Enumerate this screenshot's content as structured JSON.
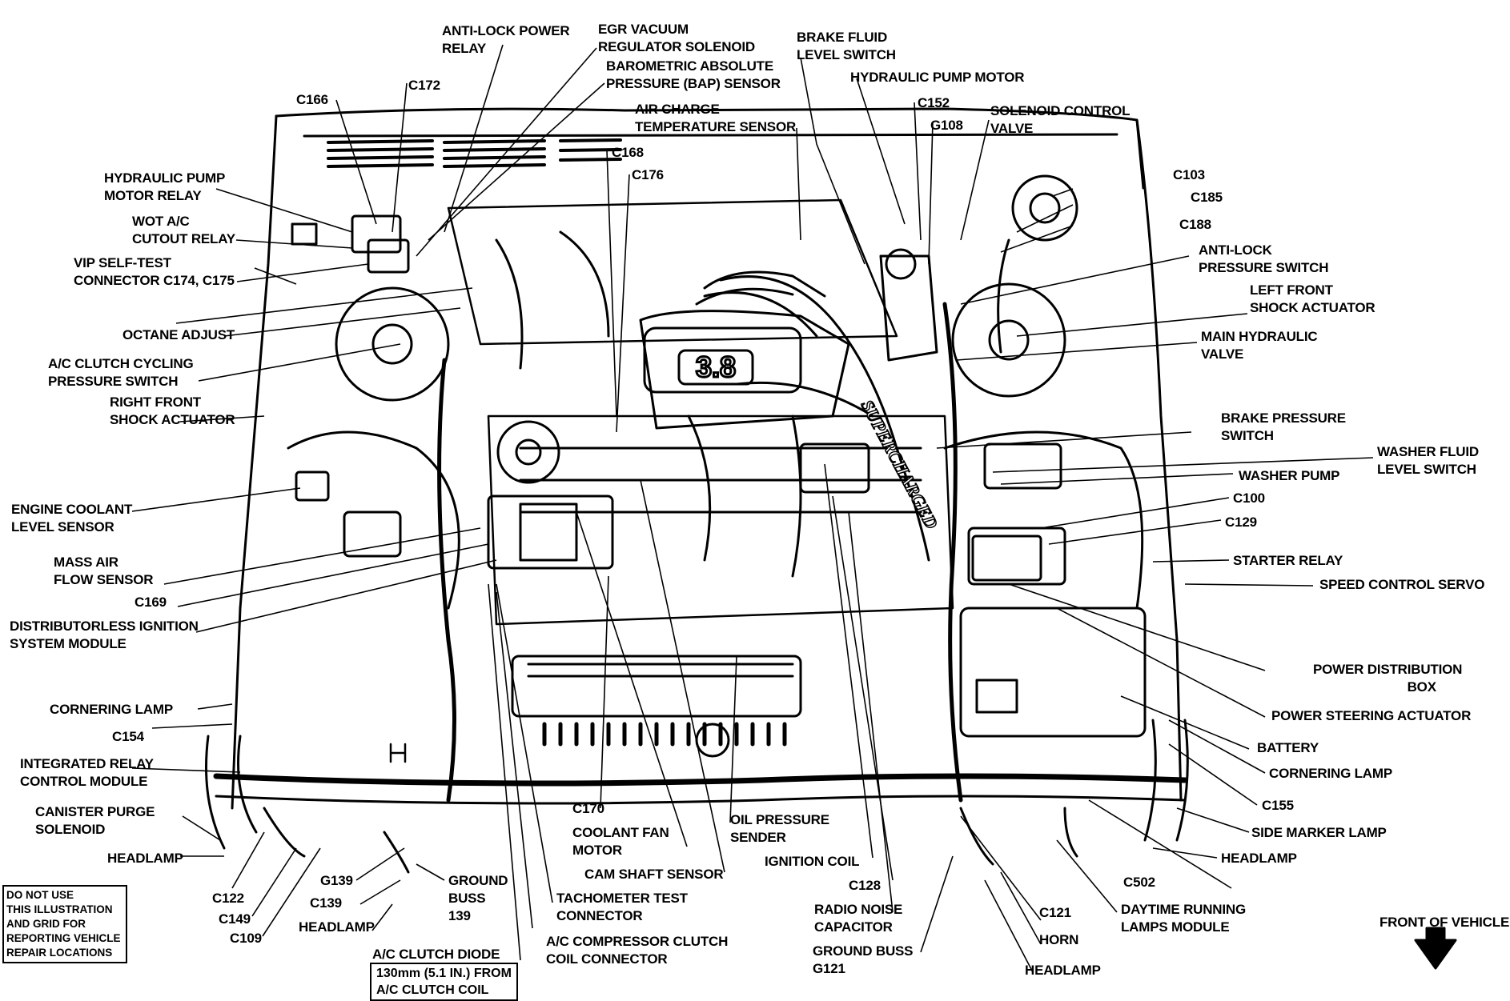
{
  "labels": [
    {
      "id": "anti-lock-power-relay",
      "text": "ANTI-LOCK POWER\nRELAY"
    },
    {
      "id": "egr-vacuum-regulator-solenoid",
      "text": "EGR VACUUM\nREGULATOR SOLENOID"
    },
    {
      "id": "bap-sensor",
      "text": "BAROMETRIC ABSOLUTE\nPRESSURE (BAP) SENSOR"
    },
    {
      "id": "brake-fluid-level-switch",
      "text": "BRAKE FLUID\nLEVEL SWITCH"
    },
    {
      "id": "hydraulic-pump-motor",
      "text": "HYDRAULIC PUMP MOTOR"
    },
    {
      "id": "c166",
      "text": "C166"
    },
    {
      "id": "c172",
      "text": "C172"
    },
    {
      "id": "air-charge-temperature-sensor",
      "text": "AIR CHARGE\nTEMPERATURE SENSOR"
    },
    {
      "id": "c152",
      "text": "C152"
    },
    {
      "id": "g108",
      "text": "G108"
    },
    {
      "id": "solenoid-control-valve",
      "text": "SOLENOID CONTROL\nVALVE"
    },
    {
      "id": "c168",
      "text": "C168"
    },
    {
      "id": "c176",
      "text": "C176"
    },
    {
      "id": "hydraulic-pump-motor-relay",
      "text": "HYDRAULIC PUMP\nMOTOR RELAY"
    },
    {
      "id": "c103",
      "text": "C103"
    },
    {
      "id": "c185",
      "text": "C185"
    },
    {
      "id": "wot-ac-cutout-relay",
      "text": "WOT A/C\nCUTOUT RELAY"
    },
    {
      "id": "c188",
      "text": "C188"
    },
    {
      "id": "anti-lock-pressure-switch",
      "text": "ANTI-LOCK\nPRESSURE SWITCH"
    },
    {
      "id": "vip-self-test-connector",
      "text": "VIP SELF-TEST\nCONNECTOR C174, C175"
    },
    {
      "id": "left-front-shock-actuator",
      "text": "LEFT FRONT\nSHOCK ACTUATOR"
    },
    {
      "id": "octane-adjust",
      "text": "OCTANE ADJUST"
    },
    {
      "id": "main-hydraulic-valve",
      "text": "MAIN HYDRAULIC\nVALVE"
    },
    {
      "id": "ac-clutch-cycling-pressure-switch",
      "text": "A/C CLUTCH CYCLING\nPRESSURE SWITCH"
    },
    {
      "id": "right-front-shock-actuator",
      "text": "RIGHT FRONT\nSHOCK ACTUATOR"
    },
    {
      "id": "brake-pressure-switch",
      "text": "BRAKE PRESSURE\nSWITCH"
    },
    {
      "id": "washer-fluid-level-switch",
      "text": "WASHER FLUID\nLEVEL SWITCH"
    },
    {
      "id": "washer-pump",
      "text": "WASHER PUMP"
    },
    {
      "id": "engine-coolant-level-sensor",
      "text": "ENGINE COOLANT\nLEVEL SENSOR"
    },
    {
      "id": "c100",
      "text": "C100"
    },
    {
      "id": "c129",
      "text": "C129"
    },
    {
      "id": "mass-air-flow-sensor",
      "text": "MASS AIR\nFLOW SENSOR"
    },
    {
      "id": "starter-relay",
      "text": "STARTER RELAY"
    },
    {
      "id": "speed-control-servo",
      "text": "SPEED CONTROL SERVO"
    },
    {
      "id": "c169",
      "text": "C169"
    },
    {
      "id": "distributorless-ignition-system-module",
      "text": "DISTRIBUTORLESS IGNITION\nSYSTEM MODULE"
    },
    {
      "id": "power-distribution-box",
      "text": "POWER DISTRIBUTION\n                          BOX"
    },
    {
      "id": "cornering-lamp-left",
      "text": "CORNERING LAMP"
    },
    {
      "id": "power-steering-actuator",
      "text": "POWER STEERING ACTUATOR"
    },
    {
      "id": "c154",
      "text": "C154"
    },
    {
      "id": "battery",
      "text": "BATTERY"
    },
    {
      "id": "integrated-relay-control-module",
      "text": "INTEGRATED RELAY\nCONTROL MODULE"
    },
    {
      "id": "cornering-lamp-right",
      "text": "CORNERING LAMP"
    },
    {
      "id": "c155",
      "text": "C155"
    },
    {
      "id": "canister-purge-solenoid",
      "text": "CANISTER PURGE\nSOLENOID"
    },
    {
      "id": "c170",
      "text": "C170"
    },
    {
      "id": "oil-pressure-sender",
      "text": "OIL PRESSURE\nSENDER"
    },
    {
      "id": "coolant-fan-motor",
      "text": "COOLANT FAN\nMOTOR"
    },
    {
      "id": "side-marker-lamp",
      "text": "SIDE MARKER LAMP"
    },
    {
      "id": "headlamp-left-upper",
      "text": "HEADLAMP"
    },
    {
      "id": "ignition-coil",
      "text": "IGNITION COIL"
    },
    {
      "id": "headlamp-right-upper",
      "text": "HEADLAMP"
    },
    {
      "id": "cam-shaft-sensor",
      "text": "CAM SHAFT SENSOR"
    },
    {
      "id": "c502",
      "text": "C502"
    },
    {
      "id": "ground-buss-139",
      "text": "GROUND\nBUSS\n139"
    },
    {
      "id": "g139",
      "text": "G139"
    },
    {
      "id": "c128",
      "text": "C128"
    },
    {
      "id": "c122",
      "text": "C122"
    },
    {
      "id": "tachometer-test-connector",
      "text": "TACHOMETER TEST\nCONNECTOR"
    },
    {
      "id": "c149",
      "text": "C149"
    },
    {
      "id": "c139",
      "text": "C139"
    },
    {
      "id": "radio-noise-capacitor",
      "text": "RADIO NOISE\nCAPACITOR"
    },
    {
      "id": "c121",
      "text": "C121"
    },
    {
      "id": "daytime-running-lamps-module",
      "text": "DAYTIME RUNNING\nLAMPS MODULE"
    },
    {
      "id": "headlamp-left-lower",
      "text": "HEADLAMP"
    },
    {
      "id": "horn",
      "text": "HORN"
    },
    {
      "id": "c109",
      "text": "C109"
    },
    {
      "id": "front-of-vehicle",
      "text": "FRONT OF VEHICLE"
    },
    {
      "id": "ac-compressor-clutch-coil-connector",
      "text": "A/C COMPRESSOR CLUTCH\nCOIL CONNECTOR"
    },
    {
      "id": "ac-clutch-diode",
      "text": "A/C CLUTCH DIODE"
    },
    {
      "id": "ground-buss-g121",
      "text": "GROUND BUSS\nG121"
    },
    {
      "id": "headlamp-right-lower",
      "text": "HEADLAMP"
    }
  ],
  "ac_diode_note": "130mm (5.1 IN.) FROM\nA/C CLUTCH COIL",
  "warning_note": "DO NOT USE\nTHIS ILLUSTRATION\nAND GRID FOR\nREPORTING VEHICLE\nREPAIR LOCATIONS",
  "engine_badge": "3.8",
  "script_badge": "SUPERCHARGED"
}
